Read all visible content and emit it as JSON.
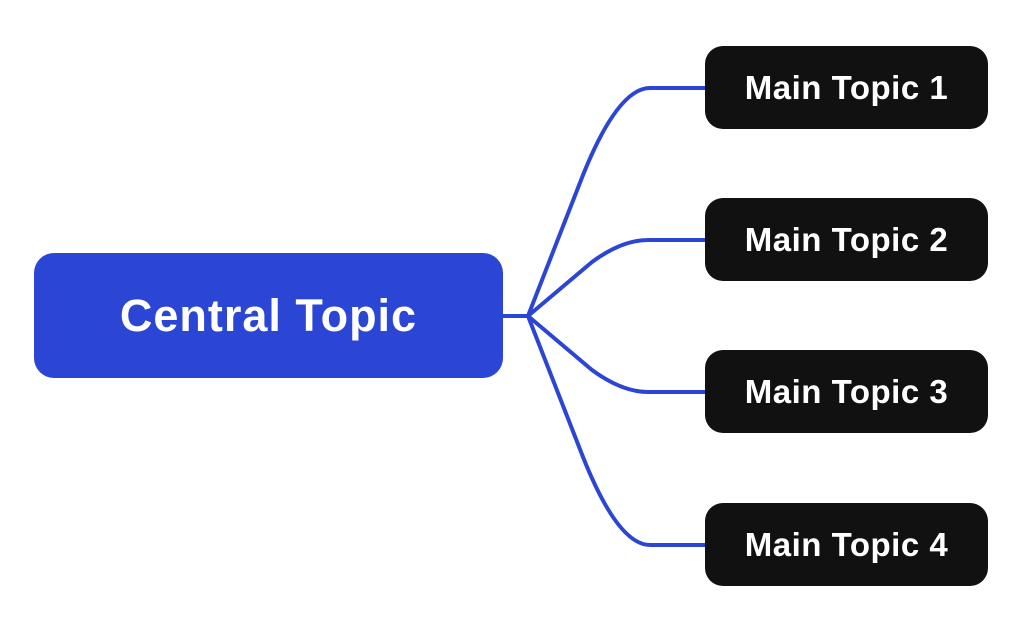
{
  "diagram": {
    "type": "mindmap",
    "central": {
      "label": "Central Topic"
    },
    "main_topics": [
      {
        "label": "Main Topic 1"
      },
      {
        "label": "Main Topic 2"
      },
      {
        "label": "Main Topic 3"
      },
      {
        "label": "Main Topic 4"
      }
    ],
    "colors": {
      "accent": "#2b45d4",
      "node_fill": "#111111",
      "text": "#ffffff",
      "background": "#ffffff"
    }
  }
}
